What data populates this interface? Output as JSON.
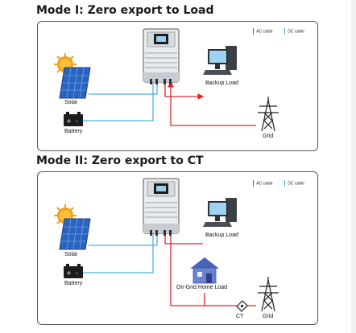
{
  "mode1": {
    "title": "Mode I: Zero export to Load",
    "legend_ac": "AC cable",
    "legend_dc": "DC cable",
    "solar": "Solar",
    "battery": "Battery",
    "backup_load": "Backup Load",
    "grid": "Grid"
  },
  "mode2": {
    "title": "Mode II: Zero export to CT",
    "legend_ac": "AC cable",
    "legend_dc": "DC cable",
    "solar": "Solar",
    "battery": "Battery",
    "backup_load": "Backup Load",
    "home_load": "On-Grid Home Load",
    "ct": "CT",
    "grid": "Grid"
  },
  "colors": {
    "ac_cable": "#e0262a",
    "dc_cable": "#4ab3e0",
    "box_border": "#555555"
  },
  "icons": [
    "solar-panel-icon",
    "battery-icon",
    "inverter-icon",
    "computer-icon",
    "pylon-icon",
    "house-icon",
    "ct-clamp-icon"
  ]
}
